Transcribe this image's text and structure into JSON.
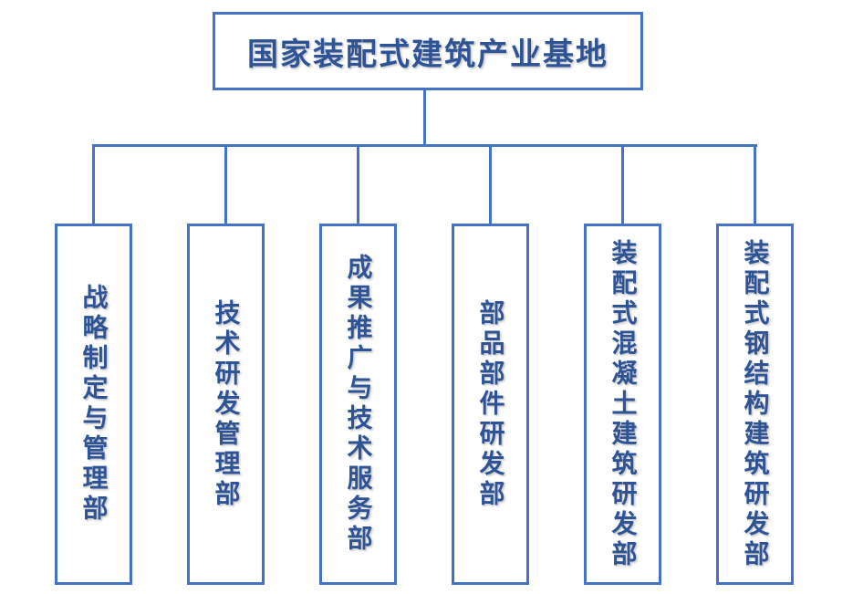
{
  "org_chart": {
    "root": {
      "label": "国家装配式建筑产业基地"
    },
    "departments": [
      {
        "label": "战略制定与管理部"
      },
      {
        "label": "技术研发管理部"
      },
      {
        "label": "成果推广与技术服务部"
      },
      {
        "label": "部品部件研发部"
      },
      {
        "label": "装配式混凝土建筑研发部"
      },
      {
        "label": "装配式钢结构建筑研发部"
      }
    ],
    "colors": {
      "border": "#4472C4",
      "connector": "#4472C4",
      "text": "#2F5496",
      "background": "#FFFFFF"
    }
  }
}
